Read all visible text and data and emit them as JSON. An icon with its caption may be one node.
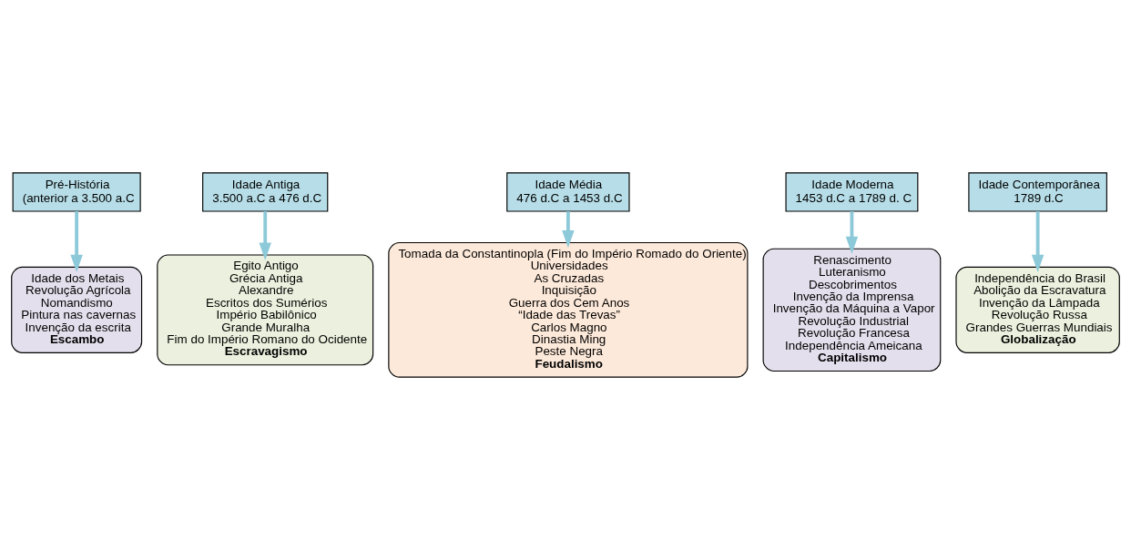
{
  "diagram": {
    "nodes": [
      {
        "text": [
          "Pré-História",
          "(anterior a 3.500 a.C"
        ]
      },
      {
        "text": [
          "Idade Antiga",
          "3.500 a.C a 476 d.C"
        ]
      },
      {
        "text": [
          "Idade Média",
          "476 d.C a 1453 d.C"
        ]
      },
      {
        "text": [
          "Idade Moderna",
          "1453 d.C a 1789 d. C"
        ]
      },
      {
        "text": [
          "Idade Contemporânea",
          "1789 d.C"
        ]
      },
      {
        "text": [
          "Idade dos Metais",
          "Revolução Agrícola",
          "Nomandismo",
          "Pintura nas cavernas",
          "Invenção da escrita",
          "Escambo"
        ]
      },
      {
        "text": [
          "Egito Antigo",
          "Grécia Antiga",
          "Alexandre",
          "Escritos dos Sumérios",
          "Império Babilônico",
          "Grande Muralha",
          "Fim do Império Romano do Ocidente",
          "Escravagismo"
        ]
      },
      {
        "text": [
          "Tomada da Constantinopla (Fim do Império Romado do Oriente)",
          "Universidades",
          "As Cruzadas",
          "Inquisição",
          "Guerra dos Cem Anos",
          "“Idade das Trevas”",
          "Carlos Magno",
          "Dinastia Ming",
          "Peste Negra",
          "Feudalismo"
        ]
      },
      {
        "text": [
          "Renascimento",
          "Luteranismo",
          "Descobrimentos",
          "Invenção da Imprensa",
          "Invenção da Máquina a Vapor",
          "Revolução Industrial",
          "Revolução Francesa",
          "Independência Ameicana",
          "Capitalismo"
        ]
      },
      {
        "text": [
          "Independência do Brasil",
          "Abolição da Escravatura",
          "Invenção da Lâmpada",
          "Revolução Russa",
          "Grandes Guerras Mundiais",
          "Globalização"
        ]
      }
    ],
    "edges": [
      {
        "from": 0,
        "to": 5,
        "arrow": "to"
      },
      {
        "from": 1,
        "to": 6,
        "arrow": "to"
      },
      {
        "from": 2,
        "to": 7,
        "arrow": "to"
      },
      {
        "from": 3,
        "to": 8,
        "arrow": "to"
      },
      {
        "from": 4,
        "to": 9,
        "arrow": "to"
      }
    ]
  }
}
